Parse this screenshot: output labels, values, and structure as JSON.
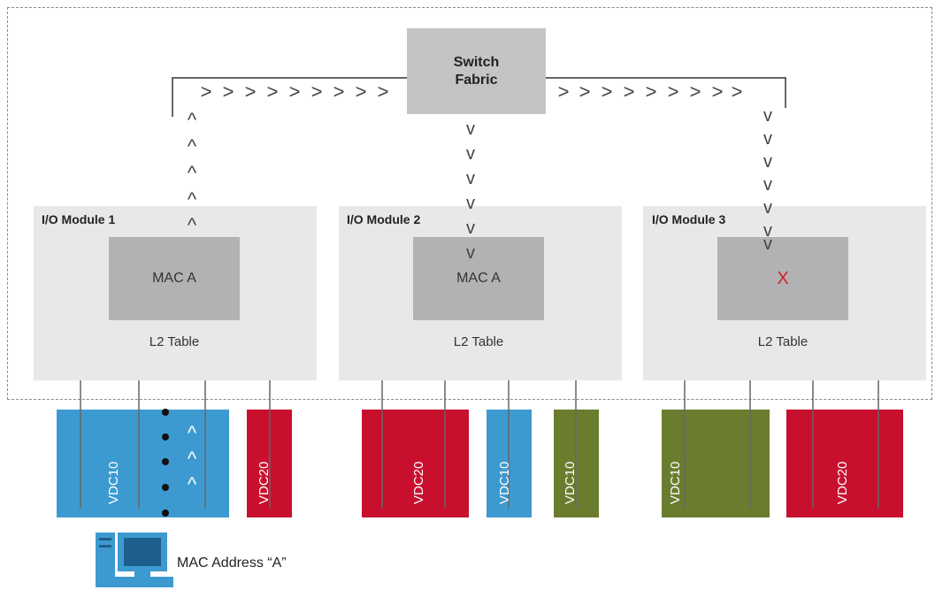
{
  "fabric": {
    "label": "Switch Fabric"
  },
  "modules": [
    {
      "name": "I/O Module 1",
      "entry": "MAC A",
      "table_label": "L2 Table"
    },
    {
      "name": "I/O Module 2",
      "entry": "MAC A",
      "table_label": "L2 Table"
    },
    {
      "name": "I/O Module 3",
      "entry": "X",
      "table_label": "L2 Table"
    }
  ],
  "vdcs": [
    {
      "label": "VDC10",
      "color": "#3d9ad1"
    },
    {
      "label": "VDC20",
      "color": "#c8102e"
    },
    {
      "label": "VDC20",
      "color": "#c8102e"
    },
    {
      "label": "VDC10",
      "color": "#3d9ad1"
    },
    {
      "label": "VDC10",
      "color": "#6a7d2e"
    },
    {
      "label": "VDC10",
      "color": "#6a7d2e"
    },
    {
      "label": "VDC20",
      "color": "#c8102e"
    }
  ],
  "host": {
    "label": "MAC Address “A”",
    "icon": "computer-icon"
  },
  "colors": {
    "fabric": "#c4c4c6",
    "module": "#e8e8ea",
    "table": "#b2b2b4",
    "miss": "#d0202e"
  }
}
